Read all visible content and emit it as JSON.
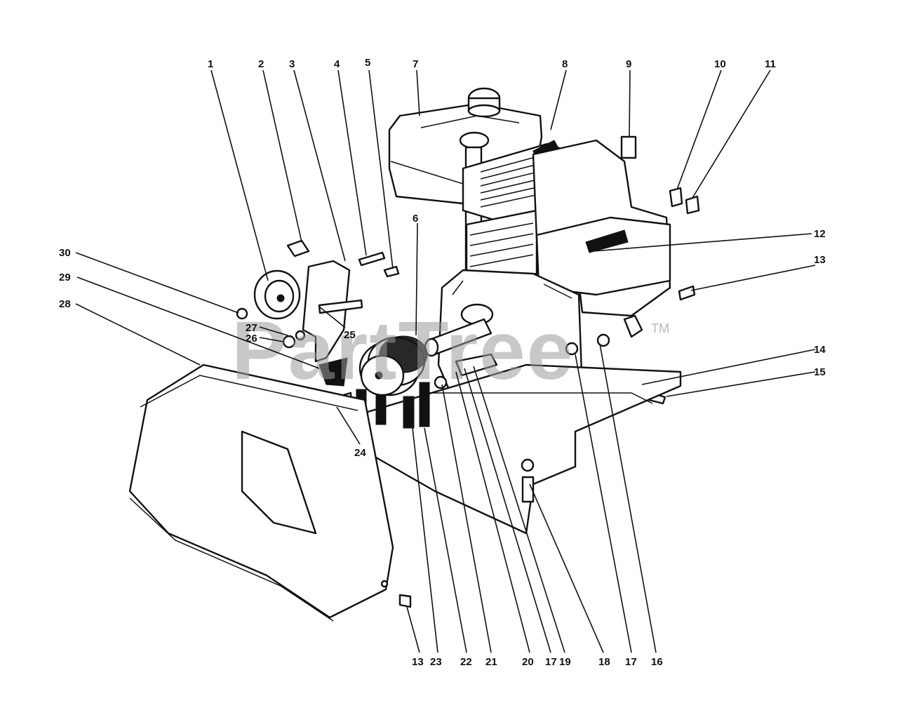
{
  "watermark": {
    "text": "PartTree",
    "trademark": "TM"
  },
  "callouts": {
    "c1": "1",
    "c2": "2",
    "c3": "3",
    "c4": "4",
    "c5": "5",
    "c6": "6",
    "c7": "7",
    "c8": "8",
    "c9": "9",
    "c10": "10",
    "c11": "11",
    "c12": "12",
    "c13a": "13",
    "c13b": "13",
    "c14": "14",
    "c15": "15",
    "c16": "16",
    "c17a": "17",
    "c17b": "17",
    "c18": "18",
    "c19": "19",
    "c20": "20",
    "c21": "21",
    "c22": "22",
    "c23": "23",
    "c24": "24",
    "c25": "25",
    "c26": "26",
    "c27": "27",
    "c28": "28",
    "c29": "29",
    "c30": "30"
  }
}
